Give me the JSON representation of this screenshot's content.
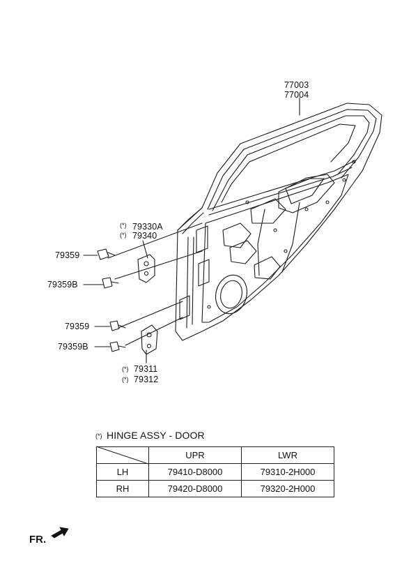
{
  "labels": {
    "door_part_1": "77003",
    "door_part_2": "77004",
    "upper_hinge_1": "79330A",
    "upper_hinge_2": "79340",
    "bolt_upper_1": "79359",
    "bolt_upper_2": "79359B",
    "bolt_lower_1": "79359",
    "bolt_lower_2": "79359B",
    "lower_hinge_1": "79311",
    "lower_hinge_2": "79312",
    "star_mark": "(*)"
  },
  "legend": {
    "mark": "(*)",
    "title": "HINGE ASSY - DOOR"
  },
  "table": {
    "headers": [
      "",
      "UPR",
      "LWR"
    ],
    "rows": [
      {
        "side": "LH",
        "upr": "79410-D8000",
        "lwr": "79310-2H000"
      },
      {
        "side": "RH",
        "upr": "79420-D8000",
        "lwr": "79320-2H000"
      }
    ]
  },
  "front_indicator": "FR."
}
